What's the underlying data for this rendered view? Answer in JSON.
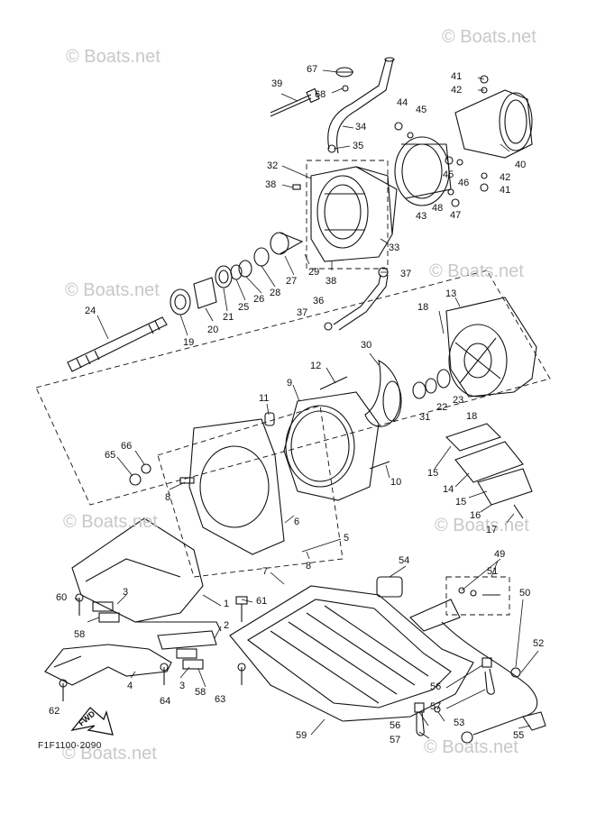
{
  "diagram": {
    "drawing_code": "F1F1100-2090",
    "watermark": "© Boats.net",
    "fwd_label": "FWD",
    "callouts": [
      {
        "id": "c1",
        "label": "1"
      },
      {
        "id": "c2",
        "label": "2"
      },
      {
        "id": "c3a",
        "label": "3"
      },
      {
        "id": "c3b",
        "label": "3"
      },
      {
        "id": "c4",
        "label": "4"
      },
      {
        "id": "c5",
        "label": "5"
      },
      {
        "id": "c6",
        "label": "6"
      },
      {
        "id": "c7",
        "label": "7"
      },
      {
        "id": "c8a",
        "label": "8"
      },
      {
        "id": "c8b",
        "label": "8"
      },
      {
        "id": "c9",
        "label": "9"
      },
      {
        "id": "c10",
        "label": "10"
      },
      {
        "id": "c11",
        "label": "11"
      },
      {
        "id": "c12",
        "label": "12"
      },
      {
        "id": "c13",
        "label": "13"
      },
      {
        "id": "c14",
        "label": "14"
      },
      {
        "id": "c15a",
        "label": "15"
      },
      {
        "id": "c15b",
        "label": "15"
      },
      {
        "id": "c16",
        "label": "16"
      },
      {
        "id": "c17",
        "label": "17"
      },
      {
        "id": "c18a",
        "label": "18"
      },
      {
        "id": "c18b",
        "label": "18"
      },
      {
        "id": "c19",
        "label": "19"
      },
      {
        "id": "c20",
        "label": "20"
      },
      {
        "id": "c21",
        "label": "21"
      },
      {
        "id": "c22",
        "label": "22"
      },
      {
        "id": "c23",
        "label": "23"
      },
      {
        "id": "c24",
        "label": "24"
      },
      {
        "id": "c25",
        "label": "25"
      },
      {
        "id": "c26",
        "label": "26"
      },
      {
        "id": "c27",
        "label": "27"
      },
      {
        "id": "c28",
        "label": "28"
      },
      {
        "id": "c29",
        "label": "29"
      },
      {
        "id": "c30",
        "label": "30"
      },
      {
        "id": "c31",
        "label": "31"
      },
      {
        "id": "c32",
        "label": "32"
      },
      {
        "id": "c33",
        "label": "33"
      },
      {
        "id": "c34",
        "label": "34"
      },
      {
        "id": "c35",
        "label": "35"
      },
      {
        "id": "c36",
        "label": "36"
      },
      {
        "id": "c37a",
        "label": "37"
      },
      {
        "id": "c37b",
        "label": "37"
      },
      {
        "id": "c38a",
        "label": "38"
      },
      {
        "id": "c38b",
        "label": "38"
      },
      {
        "id": "c39",
        "label": "39"
      },
      {
        "id": "c40",
        "label": "40"
      },
      {
        "id": "c41a",
        "label": "41"
      },
      {
        "id": "c41b",
        "label": "41"
      },
      {
        "id": "c42a",
        "label": "42"
      },
      {
        "id": "c42b",
        "label": "42"
      },
      {
        "id": "c43",
        "label": "43"
      },
      {
        "id": "c44",
        "label": "44"
      },
      {
        "id": "c45a",
        "label": "45"
      },
      {
        "id": "c45b",
        "label": "45"
      },
      {
        "id": "c46",
        "label": "46"
      },
      {
        "id": "c47",
        "label": "47"
      },
      {
        "id": "c48",
        "label": "48"
      },
      {
        "id": "c49",
        "label": "49"
      },
      {
        "id": "c50",
        "label": "50"
      },
      {
        "id": "c51",
        "label": "51"
      },
      {
        "id": "c52",
        "label": "52"
      },
      {
        "id": "c53",
        "label": "53"
      },
      {
        "id": "c54",
        "label": "54"
      },
      {
        "id": "c55",
        "label": "55"
      },
      {
        "id": "c56a",
        "label": "56"
      },
      {
        "id": "c56b",
        "label": "56"
      },
      {
        "id": "c57a",
        "label": "57"
      },
      {
        "id": "c57b",
        "label": "57"
      },
      {
        "id": "c58a",
        "label": "58"
      },
      {
        "id": "c58b",
        "label": "58"
      },
      {
        "id": "c59",
        "label": "59"
      },
      {
        "id": "c60",
        "label": "60"
      },
      {
        "id": "c61",
        "label": "61"
      },
      {
        "id": "c62",
        "label": "62"
      },
      {
        "id": "c63",
        "label": "63"
      },
      {
        "id": "c64",
        "label": "64"
      },
      {
        "id": "c65",
        "label": "65"
      },
      {
        "id": "c66",
        "label": "66"
      },
      {
        "id": "c67",
        "label": "67"
      },
      {
        "id": "c68",
        "label": "68"
      }
    ]
  }
}
